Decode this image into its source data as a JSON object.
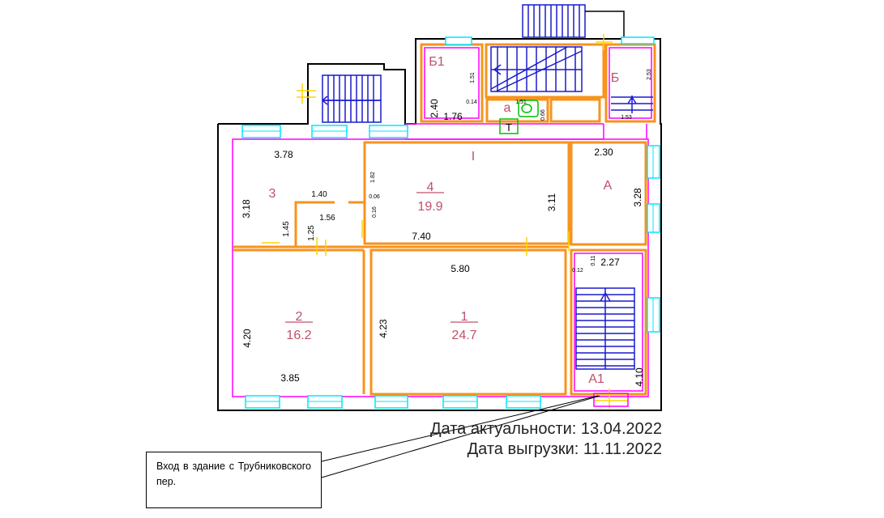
{
  "rooms": {
    "r1": {
      "id": "1",
      "area": "24.7"
    },
    "r2": {
      "id": "2",
      "area": "16.2"
    },
    "r3": {
      "id": "3"
    },
    "r4": {
      "id": "4",
      "area": "19.9"
    },
    "rA": {
      "id": "А"
    },
    "rA1": {
      "id": "А1"
    },
    "rB": {
      "id": "Б"
    },
    "rB1": {
      "id": "Б1"
    },
    "ra": {
      "id": "а"
    },
    "section": "I"
  },
  "dims": {
    "d_378": "3.78",
    "d_318": "3.18",
    "d_140": "1.40",
    "d_182": "1.82",
    "d_006": "0.06",
    "d_016": "0.16",
    "d_156": "1.56",
    "d_145": "1.45",
    "d_125": "1.25",
    "d_740": "7.40",
    "d_311": "3.11",
    "d_230": "2.30",
    "d_328": "3.28",
    "d_227": "2.27",
    "d_011": "0.11",
    "d_012": "0.12",
    "d_580": "5.80",
    "d_420": "4.20",
    "d_385": "3.85",
    "d_423": "4.23",
    "d_410": "4.10",
    "d_240": "2.40",
    "d_176": "1.76",
    "d_151": "1.51",
    "d_014": "0.14",
    "d_151b": "1.51",
    "d_066": "0.66",
    "d_253": "2.53",
    "d_153": "1.53"
  },
  "dates": {
    "relevance": "Дата актуальности: 13.04.2022",
    "export": "Дата выгрузки: 11.11.2022"
  },
  "callout": {
    "text": "Вход в здание с Трубниковского пер."
  },
  "symbols": {
    "toilet_label": "Т"
  },
  "colors": {
    "walls": "#000000",
    "partitions": "#f7931e",
    "room_outline": "#ff00ff",
    "windows": "#00e5ff",
    "stairs": "#1a1acd",
    "room_labels": "#c0506a",
    "sanitary": "#00c000",
    "axis_marks": "#ffd400"
  }
}
